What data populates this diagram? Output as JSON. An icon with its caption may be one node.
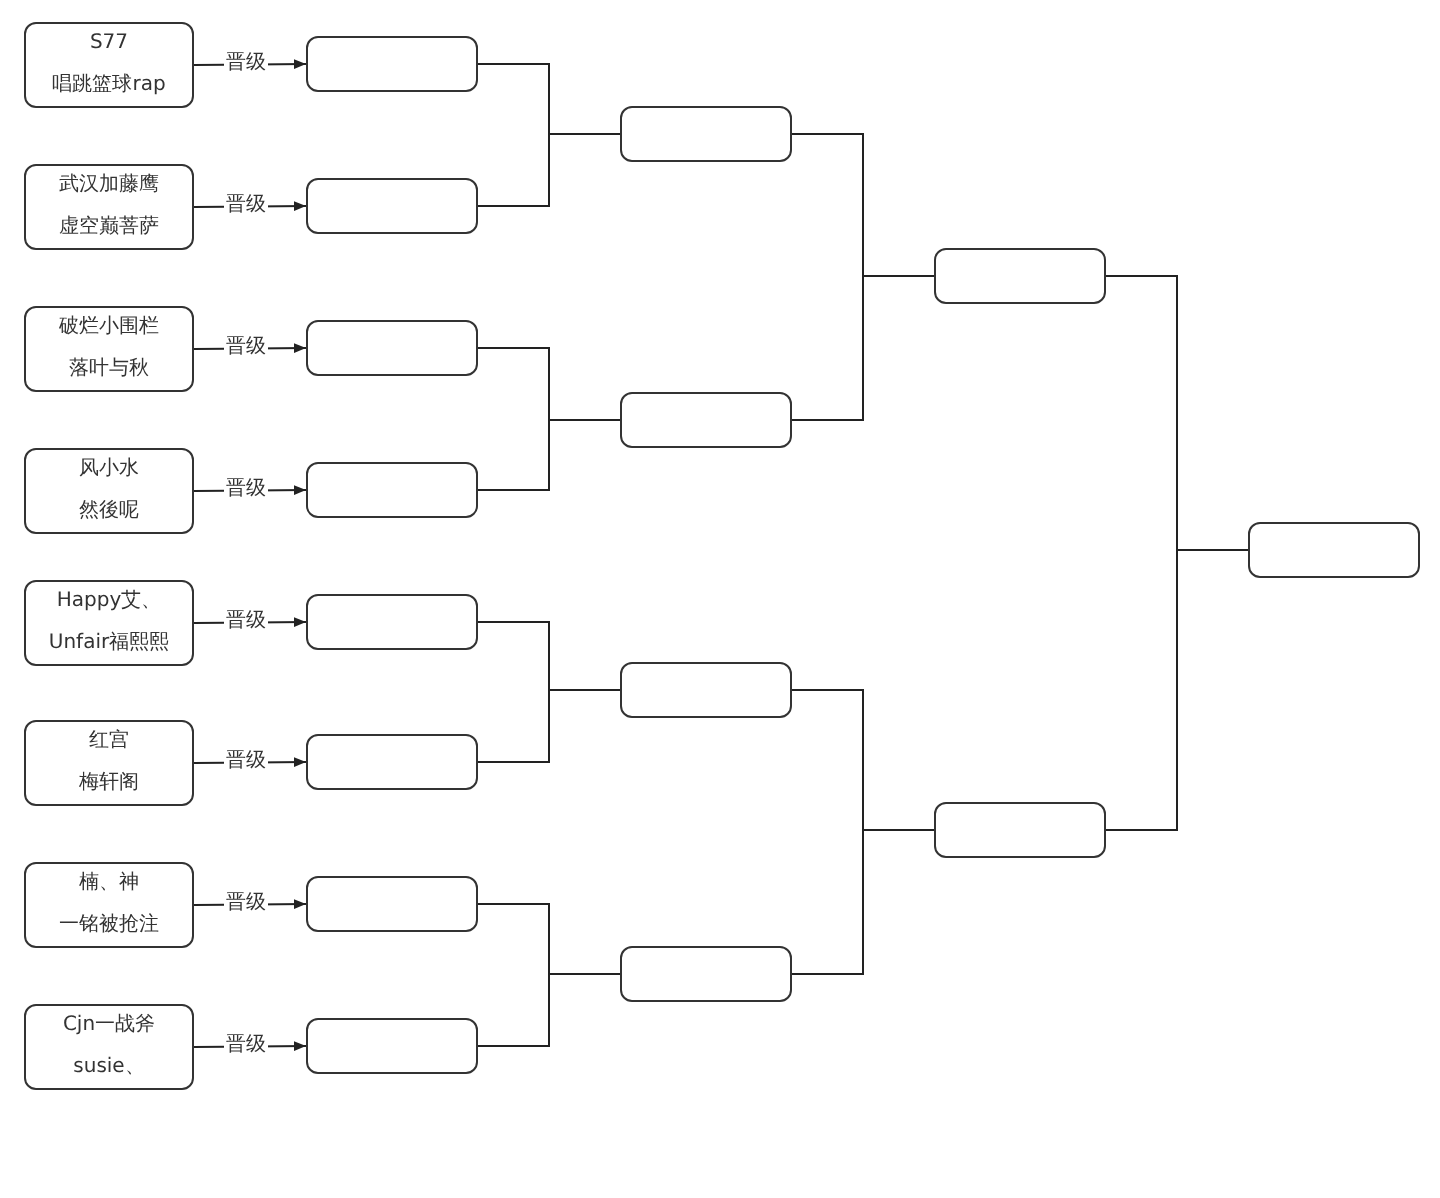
{
  "diagram": {
    "nodes": [
      {
        "text": [
          "S77",
          "唱跳篮球rap"
        ]
      },
      {
        "text": [
          "武汉加藤鹰",
          "虚空巅菩萨"
        ]
      },
      {
        "text": [
          "破烂小围栏",
          "落叶与秋"
        ]
      },
      {
        "text": [
          "风小水",
          "然後呢"
        ]
      },
      {
        "text": [
          "Happy艾、",
          "Unfair福熙熙"
        ]
      },
      {
        "text": [
          "红宫",
          "梅轩阁"
        ]
      },
      {
        "text": [
          "楠、神",
          "一铭被抢注"
        ]
      },
      {
        "text": [
          "Cjn一战斧",
          "susie、"
        ]
      },
      {
        "text": [],
        "shape": "box"
      },
      {
        "text": [],
        "shape": "box"
      },
      {
        "text": [],
        "shape": "box"
      },
      {
        "text": [],
        "shape": "box"
      },
      {
        "text": [],
        "shape": "box"
      },
      {
        "text": [],
        "shape": "box"
      },
      {
        "text": [],
        "shape": "box"
      },
      {
        "text": [],
        "shape": "box"
      },
      {
        "text": [],
        "shape": "box"
      },
      {
        "text": [],
        "shape": "box"
      },
      {
        "text": [],
        "shape": "box"
      },
      {
        "text": [],
        "shape": "box"
      },
      {
        "text": [],
        "shape": "box"
      },
      {
        "text": [],
        "shape": "box"
      },
      {
        "text": [],
        "shape": "box"
      }
    ],
    "edges": [
      {
        "from": 0,
        "to": 8,
        "arrow": "to",
        "label": "晋级"
      },
      {
        "from": 1,
        "to": 9,
        "arrow": "to",
        "label": "晋级"
      },
      {
        "from": 2,
        "to": 10,
        "arrow": "to",
        "label": "晋级"
      },
      {
        "from": 3,
        "to": 11,
        "arrow": "to",
        "label": "晋级"
      },
      {
        "from": 4,
        "to": 12,
        "arrow": "to",
        "label": "晋级"
      },
      {
        "from": 5,
        "to": 13,
        "arrow": "to",
        "label": "晋级"
      },
      {
        "from": 6,
        "to": 14,
        "arrow": "to",
        "label": "晋级"
      },
      {
        "from": 7,
        "to": 15,
        "arrow": "to",
        "label": "晋级"
      },
      {
        "from": 8,
        "to": 16,
        "arrow": "none"
      },
      {
        "from": 9,
        "to": 16,
        "arrow": "none"
      },
      {
        "from": 10,
        "to": 17,
        "arrow": "none"
      },
      {
        "from": 11,
        "to": 17,
        "arrow": "none"
      },
      {
        "from": 12,
        "to": 18,
        "arrow": "none"
      },
      {
        "from": 13,
        "to": 18,
        "arrow": "none"
      },
      {
        "from": 14,
        "to": 19,
        "arrow": "none"
      },
      {
        "from": 15,
        "to": 19,
        "arrow": "none"
      },
      {
        "from": 16,
        "to": 20,
        "arrow": "none"
      },
      {
        "from": 17,
        "to": 20,
        "arrow": "none"
      },
      {
        "from": 18,
        "to": 21,
        "arrow": "none"
      },
      {
        "from": 19,
        "to": 21,
        "arrow": "none"
      },
      {
        "from": 20,
        "to": 22,
        "arrow": "none"
      },
      {
        "from": 21,
        "to": 22,
        "arrow": "none"
      }
    ]
  }
}
